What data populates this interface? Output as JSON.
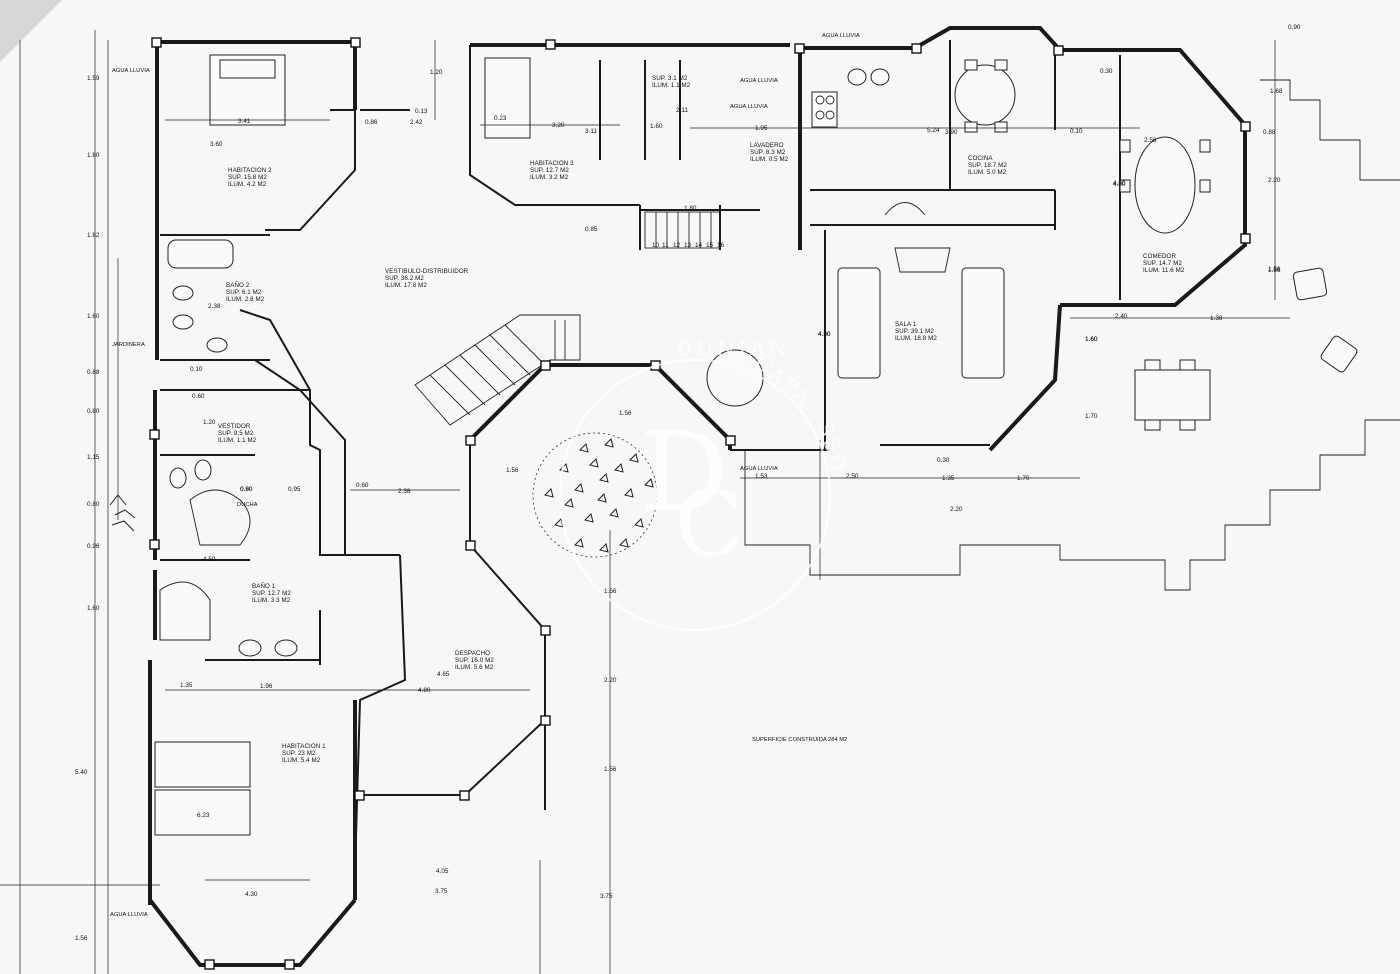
{
  "plan": {
    "rooms": [
      {
        "id": "hab2",
        "name": "HABITACION 2",
        "sup": "SUP. 15.8 M2",
        "ilum": "ILUM. 4.2 M2"
      },
      {
        "id": "hab3",
        "name": "HABITACION 3",
        "sup": "SUP. 12.7 M2",
        "ilum": "ILUM. 3.2 M2"
      },
      {
        "id": "lavadero",
        "name": "LAVADERO",
        "sup": "SUP. 8.3 M2",
        "ilum": "ILUM. 0.5 M2"
      },
      {
        "id": "cocina",
        "name": "COCINA",
        "sup": "SUP. 18.7 M2",
        "ilum": "ILUM. 5.0 M2"
      },
      {
        "id": "comedor",
        "name": "COMEDOR",
        "sup": "SUP. 14.7 M2",
        "ilum": "ILUM. 11.6 M2"
      },
      {
        "id": "bano2",
        "name": "BAÑO 2",
        "sup": "SUP. 6.1 M2",
        "ilum": "ILUM. 2.8 M2"
      },
      {
        "id": "vestibulo",
        "name": "VESTIBULO-DISTRIBUIDOR",
        "sup": "SUP. 36.2 M2",
        "ilum": "ILUM. 17.8 M2"
      },
      {
        "id": "sala",
        "name": "SALA 1",
        "sup": "SUP. 39.1 M2",
        "ilum": "ILUM. 18.8 M2"
      },
      {
        "id": "vestidor",
        "name": "VESTIDOR",
        "sup": "SUP. 9.5 M2",
        "ilum": "ILUM. 1.1 M2"
      },
      {
        "id": "bano1",
        "name": "BAÑO 1",
        "sup": "SUP. 12.7 M2",
        "ilum": "ILUM. 3.3 M2"
      },
      {
        "id": "despacho",
        "name": "DESPACHO",
        "sup": "SUP. 16.0 M2",
        "ilum": "ILUM. 5.6 M2"
      },
      {
        "id": "hab1",
        "name": "HABITACION 1",
        "sup": "SUP. 23 M2",
        "ilum": "ILUM. 5.4 M2"
      },
      {
        "id": "aseo",
        "name": "",
        "sup": "SUP. 3.1 M2",
        "ilum": "ILUM. 1.1 M2"
      }
    ],
    "labels": {
      "agua1": "AGUA LLUVIA",
      "agua2": "AGUA LLUVIA",
      "agua3": "AGUA LLUVIA",
      "agua4": "AGUA LLUVIA",
      "agua5": "AGUA LLUVIA",
      "agua6": "AGUA LLUVIA",
      "jardinera": "JARDINERA",
      "ducha": "DUCHA",
      "superficie": "SUPERFICIE CONSTRUIDA 284 M2"
    },
    "dims": {
      "d1": "1.59",
      "d2": "3.41",
      "d3": "0.86",
      "d4": "1.20",
      "d5": "0.13",
      "d6": "2.42",
      "d7": "0.23",
      "d8": "3.20",
      "d9": "3.11",
      "d10": "1.60",
      "d11": "2.11",
      "d12": "1.95",
      "d13": "5.24",
      "d14": "3.90",
      "d15": "0.10",
      "d16": "0.30",
      "d17": "0.90",
      "d18": "0.88",
      "d19": "1.68",
      "d20": "2.20",
      "d21": "1.56",
      "d22": "1.80",
      "d23": "3.60",
      "d24": "1.82",
      "d25": "0.85",
      "d26": "1.80",
      "d27": "2.56",
      "d28": "2.38",
      "d29": "1.60",
      "d30": "0.88",
      "d31": "0.80",
      "d32": "1.15",
      "d33": "0.80",
      "d34": "0.96",
      "d35": "1.60",
      "d36": "5.40",
      "d37": "1.56",
      "d38": "0.10",
      "d39": "0.60",
      "d40": "1.20",
      "d41": "0.90",
      "d42": "0.95",
      "d43": "0.60",
      "d44": "2.38",
      "d45": "4.50",
      "d46": "4.80",
      "d47": "1.56",
      "d48": "1.56",
      "d49": "1.53",
      "d50": "2.50",
      "d51": "1.35",
      "d52": "1.70",
      "d53": "2.20",
      "d54": "1.60",
      "d55": "2.40",
      "d56": "1.38",
      "d57": "1.70",
      "d58": "0.30",
      "d59": "4.30",
      "d60": "1.35",
      "d61": "1.96",
      "d62": "4.80",
      "d63": "4.65",
      "d64": "1.56",
      "d65": "2.20",
      "d66": "1.56",
      "d67": "6.23",
      "d68": "4.05",
      "d69": "3.75",
      "d70": "3.75",
      "d71": "4.30",
      "d72": "1.56",
      "d73": "4.80",
      "d74": "0.80",
      "d75": "4.50",
      "d76": "1.60"
    },
    "stair_steps": [
      "10",
      "11",
      "12",
      "13",
      "14",
      "15",
      "16"
    ]
  }
}
